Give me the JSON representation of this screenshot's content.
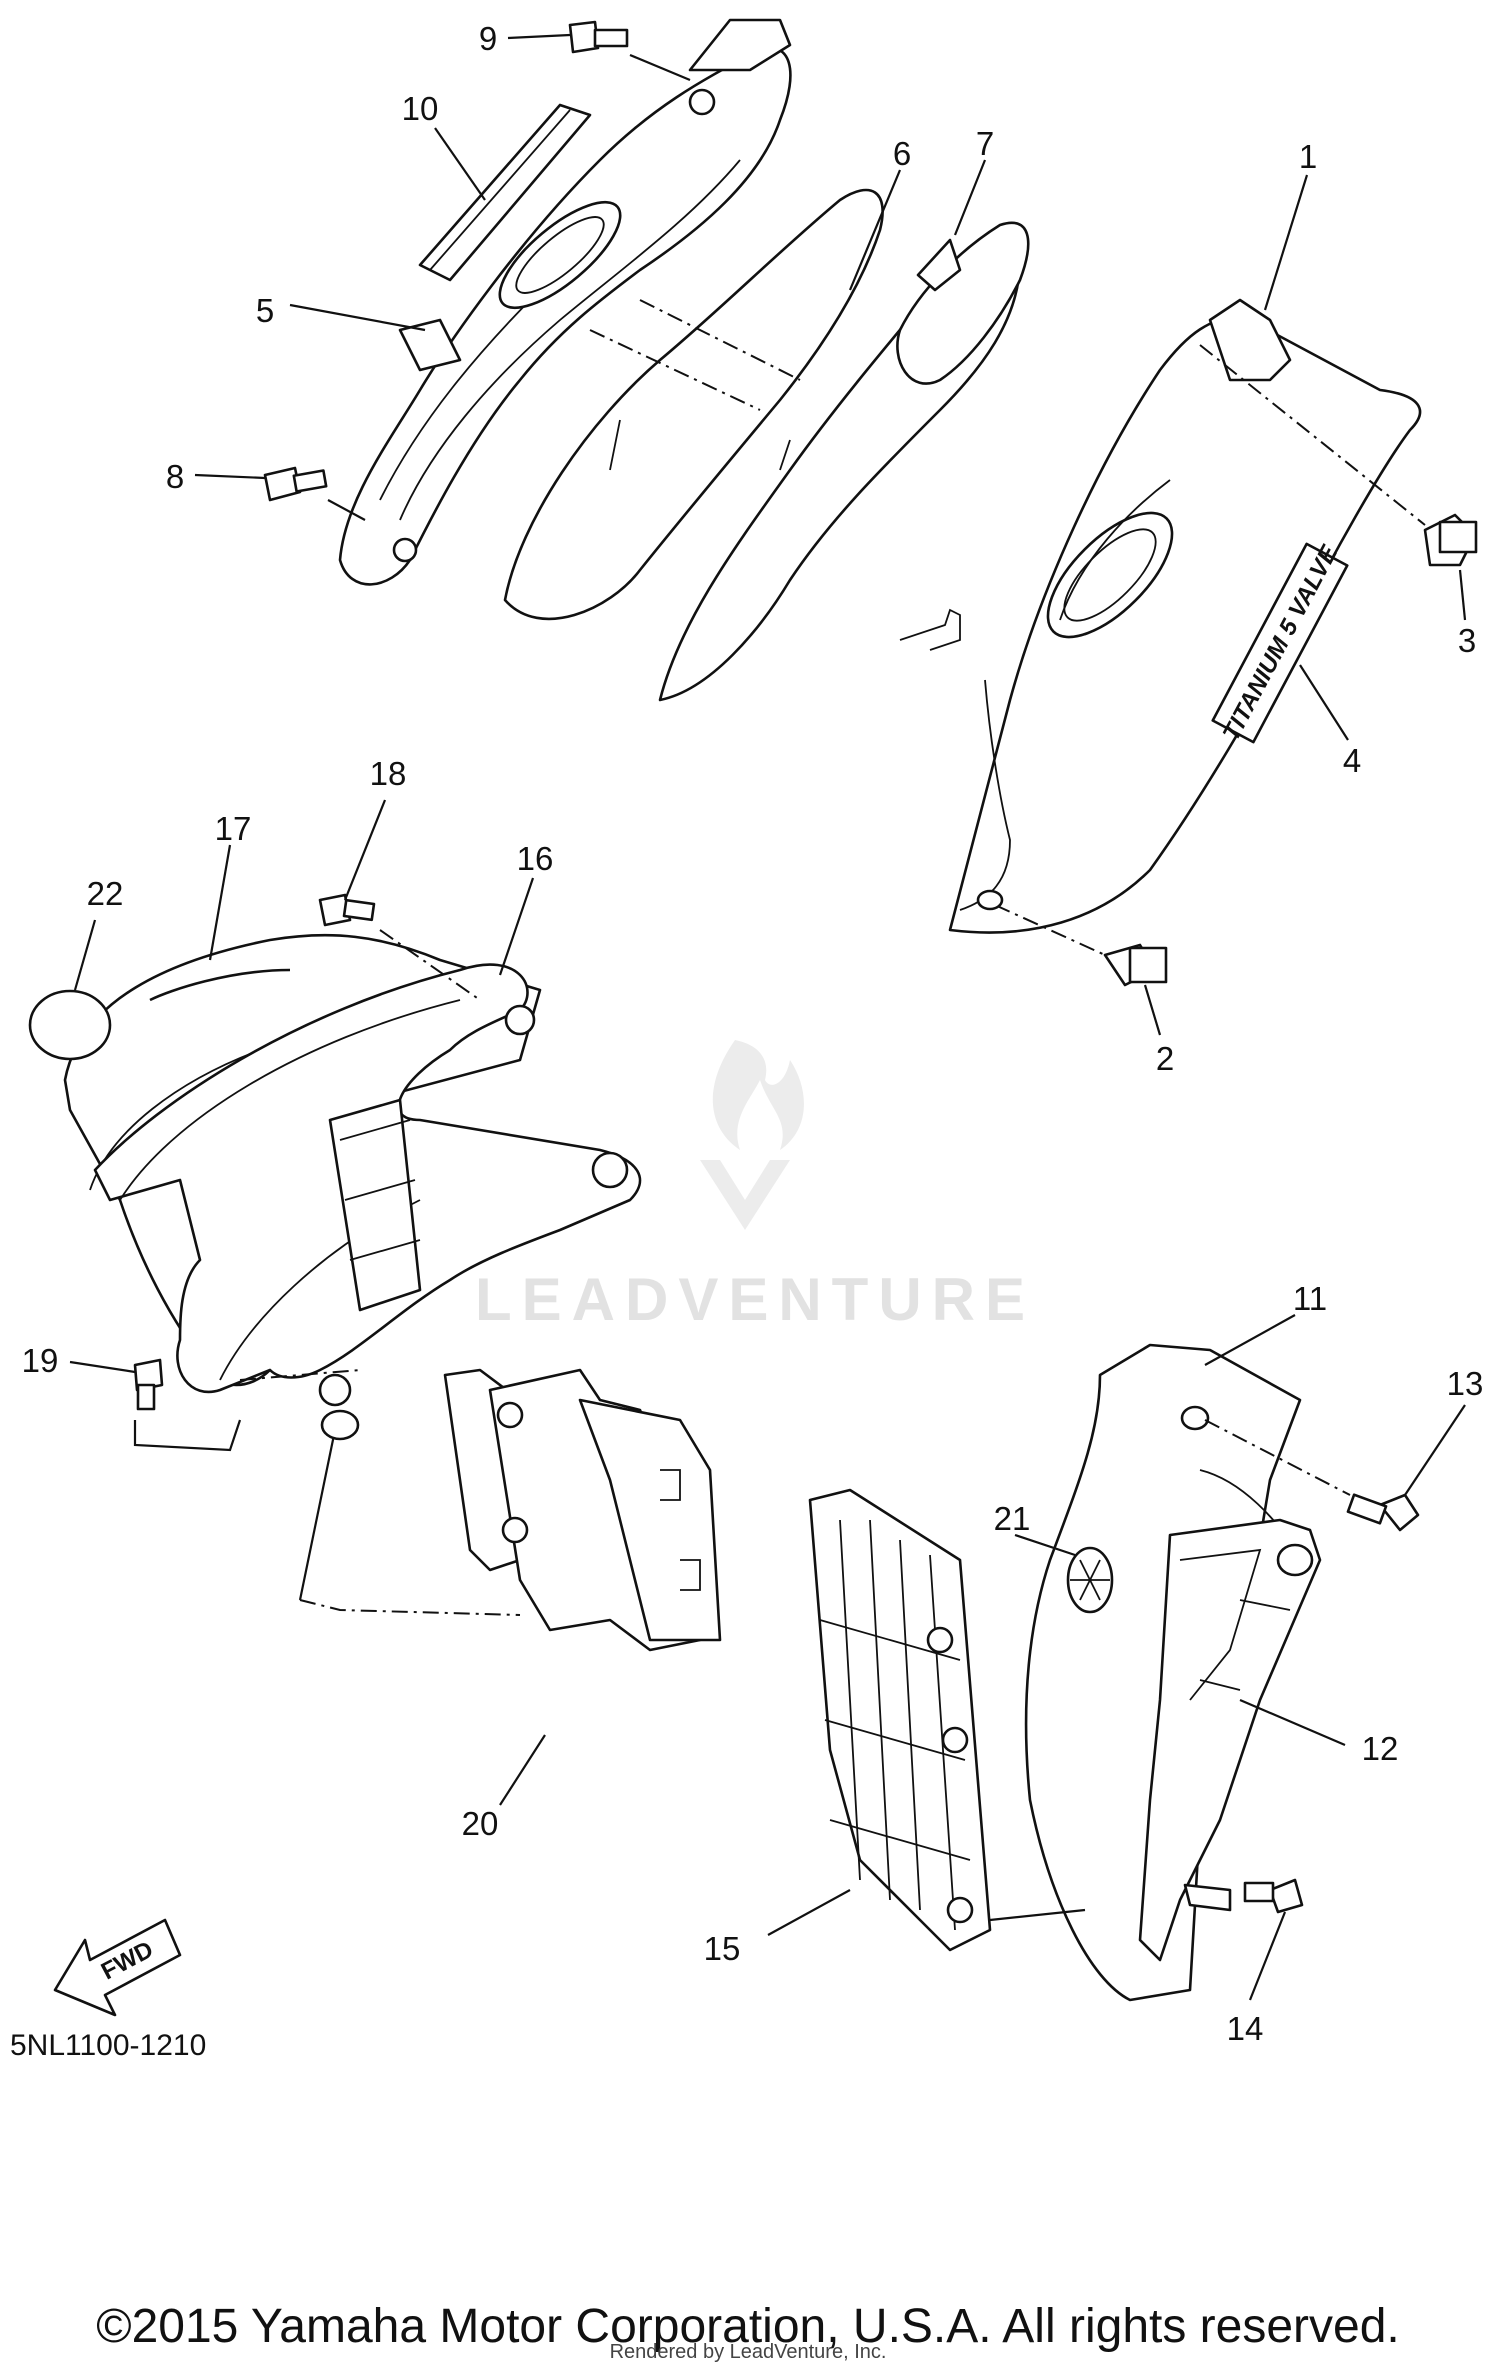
{
  "diagram": {
    "callouts": [
      {
        "id": "1",
        "label": "1"
      },
      {
        "id": "2",
        "label": "2"
      },
      {
        "id": "3",
        "label": "3"
      },
      {
        "id": "4",
        "label": "4"
      },
      {
        "id": "5",
        "label": "5"
      },
      {
        "id": "6",
        "label": "6"
      },
      {
        "id": "7",
        "label": "7"
      },
      {
        "id": "8",
        "label": "8"
      },
      {
        "id": "9",
        "label": "9"
      },
      {
        "id": "10",
        "label": "10"
      },
      {
        "id": "11",
        "label": "11"
      },
      {
        "id": "12",
        "label": "12"
      },
      {
        "id": "13",
        "label": "13"
      },
      {
        "id": "14",
        "label": "14"
      },
      {
        "id": "15",
        "label": "15"
      },
      {
        "id": "16",
        "label": "16"
      },
      {
        "id": "17",
        "label": "17"
      },
      {
        "id": "18",
        "label": "18"
      },
      {
        "id": "19",
        "label": "19"
      },
      {
        "id": "20",
        "label": "20"
      },
      {
        "id": "21",
        "label": "21"
      },
      {
        "id": "22",
        "label": "22"
      }
    ],
    "part_badge_text": "TITANIUM 5 VALVE",
    "direction_label": "FWD",
    "diagram_code": "5NL1100-1210"
  },
  "watermark": {
    "text": "LEADVENTURE"
  },
  "footer": {
    "copyright": "©2015 Yamaha Motor Corporation, U.S.A. All rights reserved.",
    "credit": "Rendered by LeadVenture, Inc."
  },
  "colors": {
    "line": "#111111",
    "background": "#ffffff",
    "watermark": "#e2e2e2"
  }
}
